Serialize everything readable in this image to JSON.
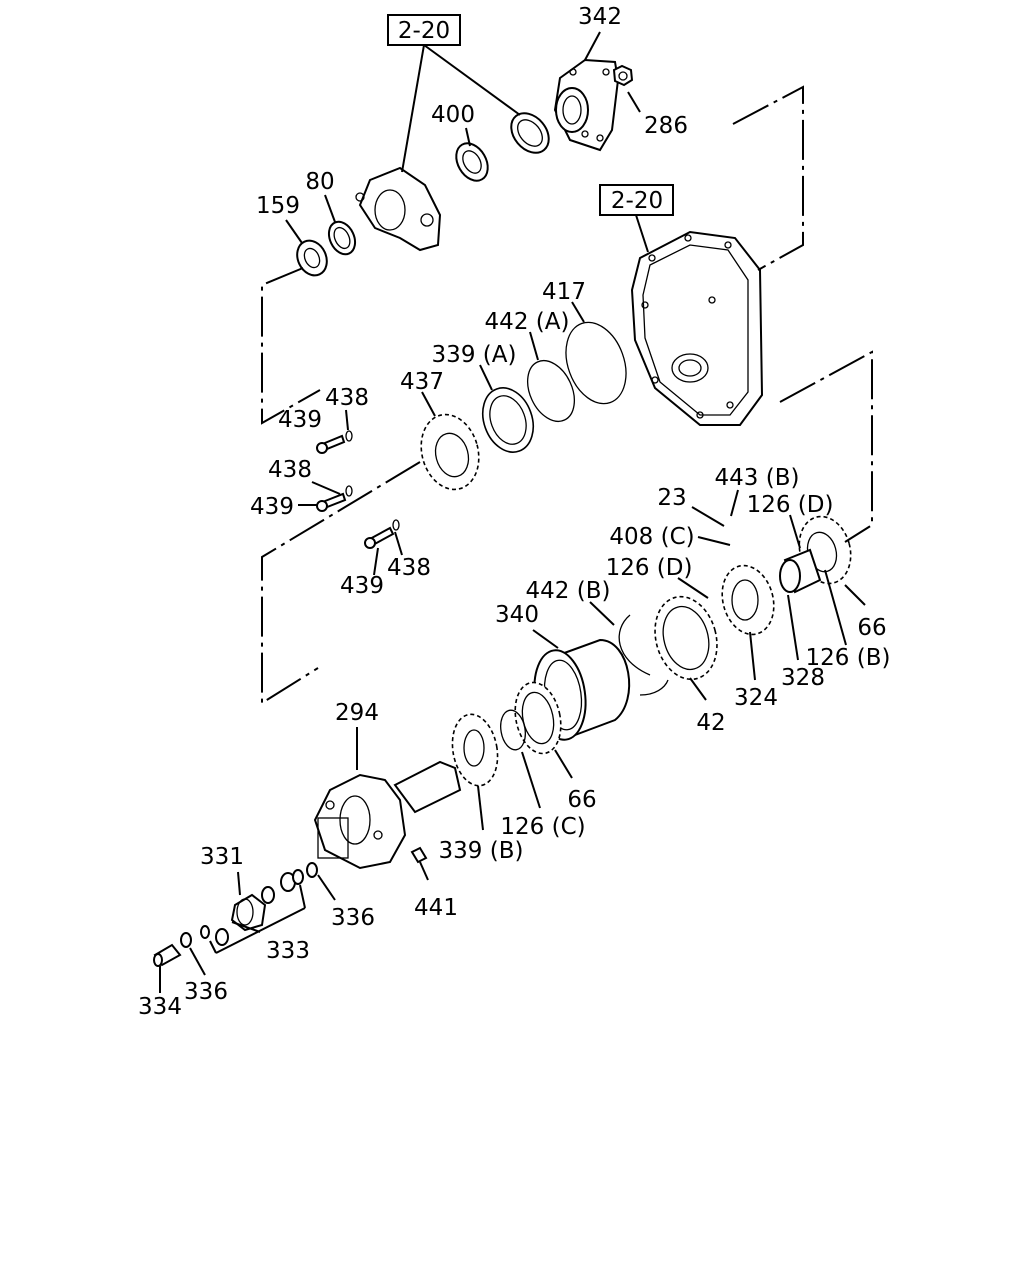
{
  "references": {
    "upper": "2-20",
    "case": "2-20"
  },
  "labels": {
    "l342": "342",
    "l286": "286",
    "l400": "400",
    "l80": "80",
    "l159": "159",
    "l417": "417",
    "l442a": "442 (A)",
    "l339a": "339 (A)",
    "l437": "437",
    "l438a": "438",
    "l439a": "439",
    "l438b": "438",
    "l439b": "439",
    "l439c": "439",
    "l438c": "438",
    "l443b": "443 (B)",
    "l23": "23",
    "l126d_a": "126 (D)",
    "l408c": "408 (C)",
    "l126d_b": "126 (D)",
    "l442b": "442 (B)",
    "l340": "340",
    "l66a": "66",
    "l126b": "126 (B)",
    "l328": "328",
    "l324": "324",
    "l42": "42",
    "l294": "294",
    "l66b": "66",
    "l126c": "126 (C)",
    "l339b": "339 (B)",
    "l441": "441",
    "l331": "331",
    "l336a": "336",
    "l333": "333",
    "l336b": "336",
    "l334": "334"
  }
}
